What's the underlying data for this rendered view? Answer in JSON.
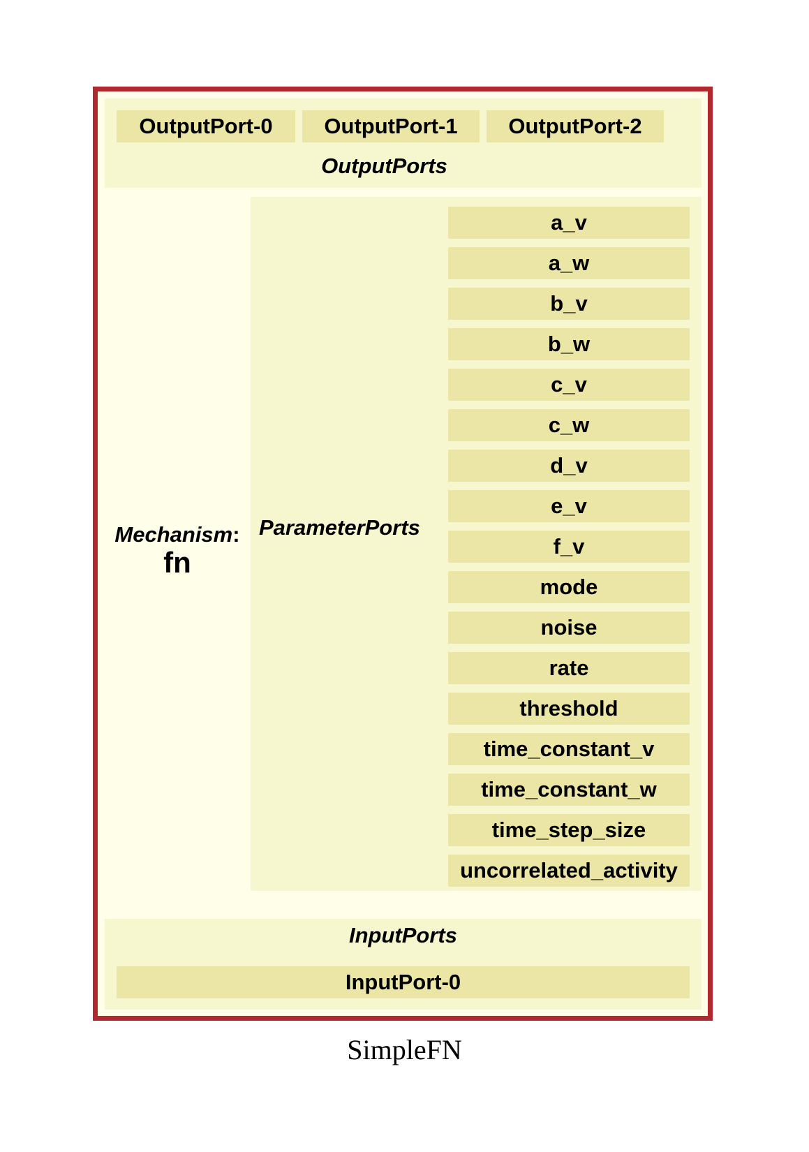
{
  "mechanism": {
    "type_label": "Mechanism",
    "name": "fn",
    "border_color": "#b1292e",
    "fill_color": "#fefee9"
  },
  "output_ports": {
    "label": "OutputPorts",
    "ports": [
      "OutputPort-0",
      "OutputPort-1",
      "OutputPort-2"
    ]
  },
  "parameter_ports": {
    "label": "ParameterPorts",
    "ports": [
      "a_v",
      "a_w",
      "b_v",
      "b_w",
      "c_v",
      "c_w",
      "d_v",
      "e_v",
      "f_v",
      "mode",
      "noise",
      "rate",
      "threshold",
      "time_constant_v",
      "time_constant_w",
      "time_step_size",
      "uncorrelated_activity"
    ]
  },
  "input_ports": {
    "label": "InputPorts",
    "ports": [
      "InputPort-0"
    ]
  },
  "caption": "SimpleFN",
  "colors": {
    "section_fill": "#f6f6cf",
    "port_fill": "#ebe6a6"
  }
}
